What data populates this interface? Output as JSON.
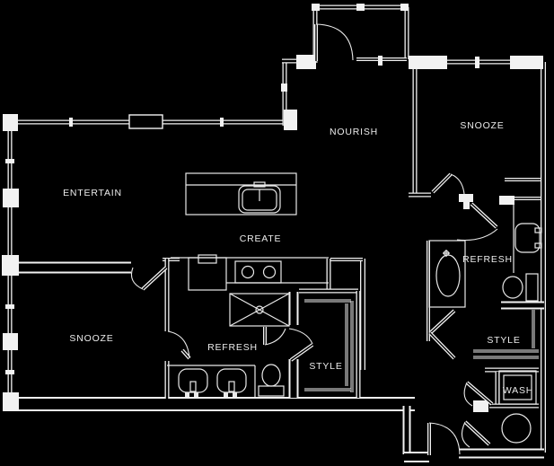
{
  "colors": {
    "background": "#000000",
    "wall_line": "#f2f2f2",
    "label_text": "#ececec"
  },
  "rooms": [
    {
      "id": "entertain",
      "label": "ENTERTAIN"
    },
    {
      "id": "nourish",
      "label": "NOURISH"
    },
    {
      "id": "snooze-top-right",
      "label": "SNOOZE"
    },
    {
      "id": "create",
      "label": "CREATE"
    },
    {
      "id": "refresh-right",
      "label": "REFRESH"
    },
    {
      "id": "snooze-bottom-left",
      "label": "SNOOZE"
    },
    {
      "id": "refresh-bottom",
      "label": "REFRESH"
    },
    {
      "id": "style-bottom",
      "label": "STYLE"
    },
    {
      "id": "style-right",
      "label": "STYLE"
    },
    {
      "id": "wash",
      "label": "WASH"
    }
  ],
  "fixtures": [
    "kitchen-island-with-sink",
    "range-cooktop",
    "refrigerator",
    "shower-stall",
    "double-vanity-sinks",
    "toilet",
    "bathtub",
    "vanity-sink",
    "toilet",
    "washer",
    "water-heater"
  ]
}
